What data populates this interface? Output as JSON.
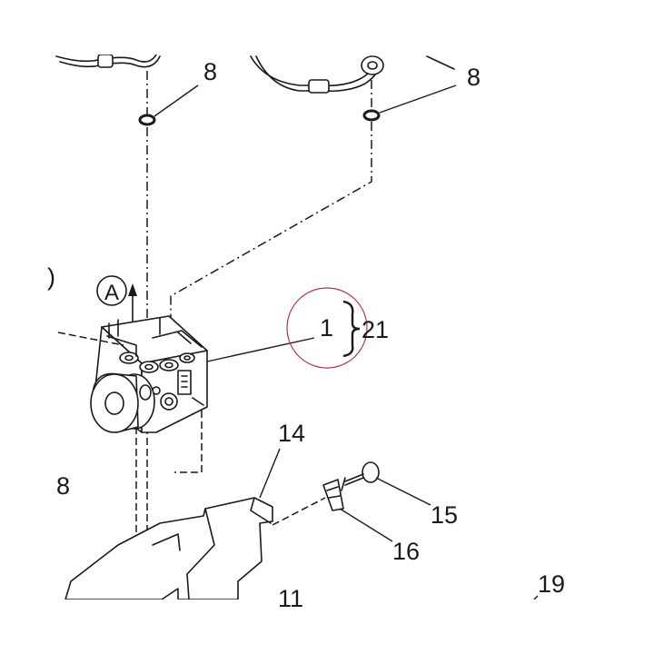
{
  "callouts": {
    "gasket_left": "8",
    "gasket_right": "8",
    "gasket_lower": "8",
    "abs_unit": "1",
    "assembly": "21",
    "bracket": "14",
    "bolt": "15",
    "clip": "16",
    "part_11": "11",
    "part_19": "19",
    "partial_left": ")"
  },
  "view_marker": "A",
  "colors": {
    "line": "#1a1a1a",
    "highlight_circle": "#b0364c",
    "background": "#ffffff"
  }
}
